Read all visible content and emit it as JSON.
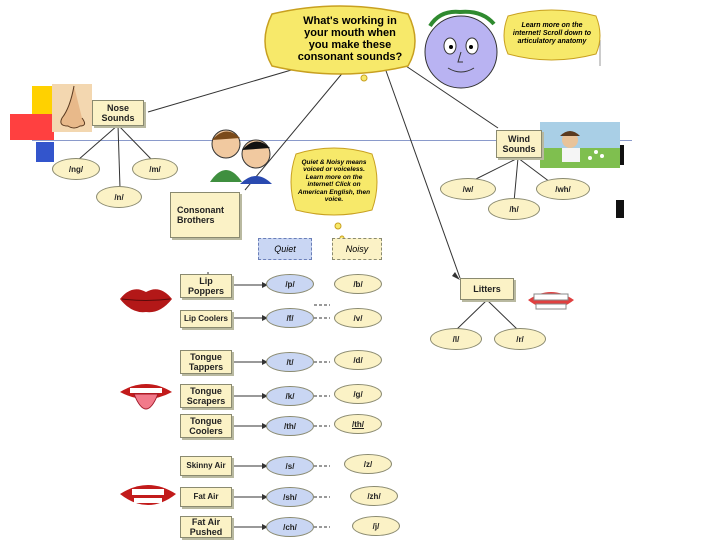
{
  "title": "What's working in your mouth when you make these consonant sounds?",
  "notes": {
    "anatomy": "Learn more on the internet! Scroll down to articulatory anatomy",
    "quiet_noisy": "Quiet & Noisy means voiced or voiceless. Learn more on the internet! Click on American English, then voice."
  },
  "categories": {
    "nose": "Nose Sounds",
    "consonant": "Consonant Brothers",
    "wind": "Wind Sounds",
    "litters": "Litters"
  },
  "nose_sounds": [
    "/ng/",
    "/m/",
    "/n/"
  ],
  "wind_sounds": [
    "/w/",
    "/wh/",
    "/h/"
  ],
  "litter_sounds": [
    "/l/",
    "/r/"
  ],
  "columns": {
    "quiet": "Quiet",
    "noisy": "Noisy"
  },
  "rows": [
    {
      "label": "Lip Poppers",
      "quiet": "/p/",
      "noisy": "/b/"
    },
    {
      "label": "Lip Coolers",
      "quiet": "/f/",
      "noisy": "/v/"
    },
    {
      "label": "Tongue Tappers",
      "quiet": "/t/",
      "noisy": "/d/"
    },
    {
      "label": "Tongue Scrapers",
      "quiet": "/k/",
      "noisy": "/g/"
    },
    {
      "label": "Tongue Coolers",
      "quiet": "/th/",
      "noisy": "/th/"
    },
    {
      "label": "Skinny Air",
      "quiet": "/s/",
      "noisy": "/z/"
    },
    {
      "label": "Fat Air",
      "quiet": "/sh/",
      "noisy": "/zh/"
    },
    {
      "label": "Fat Air Pushed",
      "quiet": "/ch/",
      "noisy": "/j/"
    }
  ],
  "colors": {
    "box_fill": "#fbf2c6",
    "quiet_fill": "#c9d6f3",
    "noisy_fill": "#fbf2c6",
    "bubble": "#f7e96a",
    "face": "#b9b3f2"
  }
}
